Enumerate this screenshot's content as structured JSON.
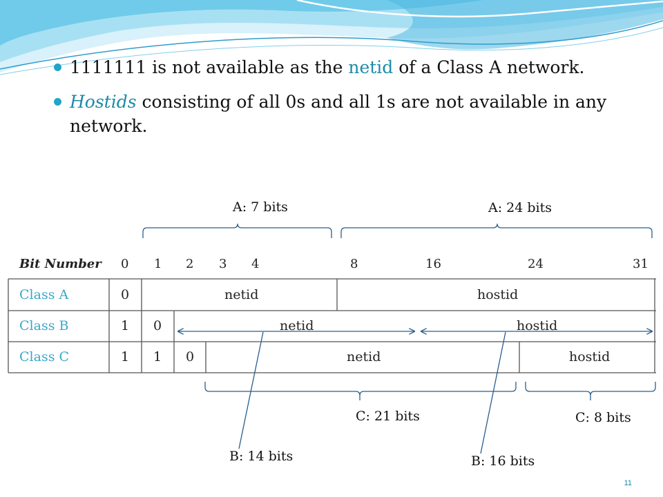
{
  "bullets": [
    {
      "pre": "1111111 is not available as the ",
      "accent": "netid",
      "post": " of a Class A network."
    },
    {
      "accent_italic": "Hostids",
      "post": " consisting of all 0s and all 1s are not available in any network."
    }
  ],
  "labels": {
    "a7": "A: 7 bits",
    "a24": "A: 24 bits",
    "c21": "C: 21 bits",
    "c8": "C: 8 bits",
    "b14": "B: 14 bits",
    "b16": "B: 16 bits"
  },
  "table": {
    "bit_title": "Bit Number",
    "bits": [
      "0",
      "1",
      "2",
      "3",
      "4",
      "8",
      "16",
      "24",
      "31"
    ],
    "rows": [
      {
        "class": "Class A",
        "prefix": [
          "0"
        ],
        "netid": "netid",
        "hostid": "hostid"
      },
      {
        "class": "Class B",
        "prefix": [
          "1",
          "0"
        ],
        "netid": "netid",
        "hostid": "hostid"
      },
      {
        "class": "Class C",
        "prefix": [
          "1",
          "1",
          "0"
        ],
        "netid": "netid",
        "hostid": "hostid"
      }
    ]
  },
  "page_number": "11",
  "colors": {
    "accent": "#1b8aa9",
    "bullet": "#22a5c8",
    "brace": "#2a5d8c",
    "wave": "#5cc4e6"
  }
}
